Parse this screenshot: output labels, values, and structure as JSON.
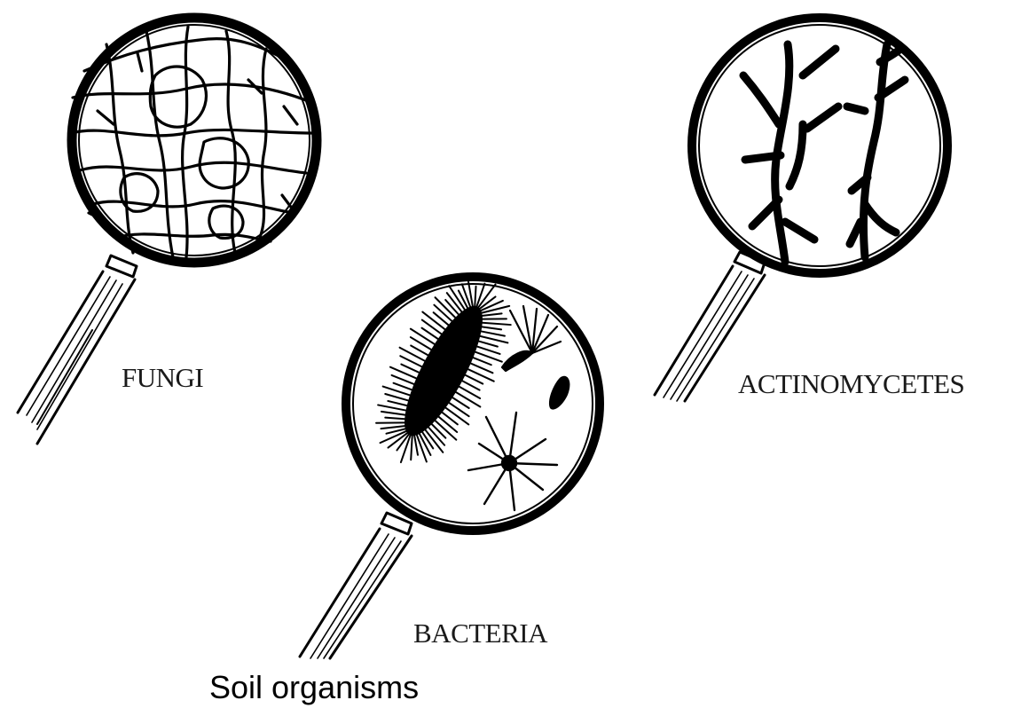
{
  "figure": {
    "caption": "Soil organisms",
    "panels": [
      {
        "id": "fungi",
        "label": "FUNGI",
        "icon": "magnifying-glass-icon"
      },
      {
        "id": "bacteria",
        "label": "BACTERIA",
        "icon": "magnifying-glass-icon"
      },
      {
        "id": "actinomycetes",
        "label": "ACTINOMYCETES",
        "icon": "magnifying-glass-icon"
      }
    ]
  },
  "colors": {
    "ink": "#000000",
    "background": "#ffffff"
  }
}
